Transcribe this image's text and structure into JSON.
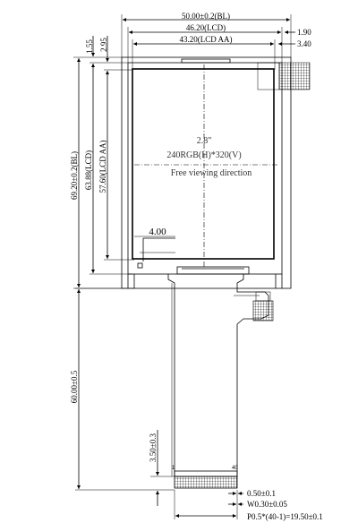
{
  "dims": {
    "bl_width": "50.00±0.2(BL)",
    "lcd_width": "46.20(LCD)",
    "lcd_aa_width": "43.20(LCD AA)",
    "right_top": "1.90",
    "right_second": "3.40",
    "left_top_a": "1.55",
    "left_top_b": "2.95",
    "bl_height": "69.20±0.2(BL)",
    "lcd_height": "63.88(LCD)",
    "lcd_aa_height": "57.60(LCD AA)",
    "fpc_length": "60.00±0.5",
    "fpc_pitch_h": "3.50±0.3",
    "pad_w": "0.50±0.1",
    "pad_w2": "W0.30±0.05",
    "pitch_total": "P0.5*(40-1)=19.50±0.1",
    "inner_offset": "4.00"
  },
  "center": {
    "size": "2.8\"",
    "resolution": "240RGB(H)*320(V)",
    "viewing": "Free viewing direction"
  },
  "pins": {
    "first": "1",
    "last": "40"
  }
}
